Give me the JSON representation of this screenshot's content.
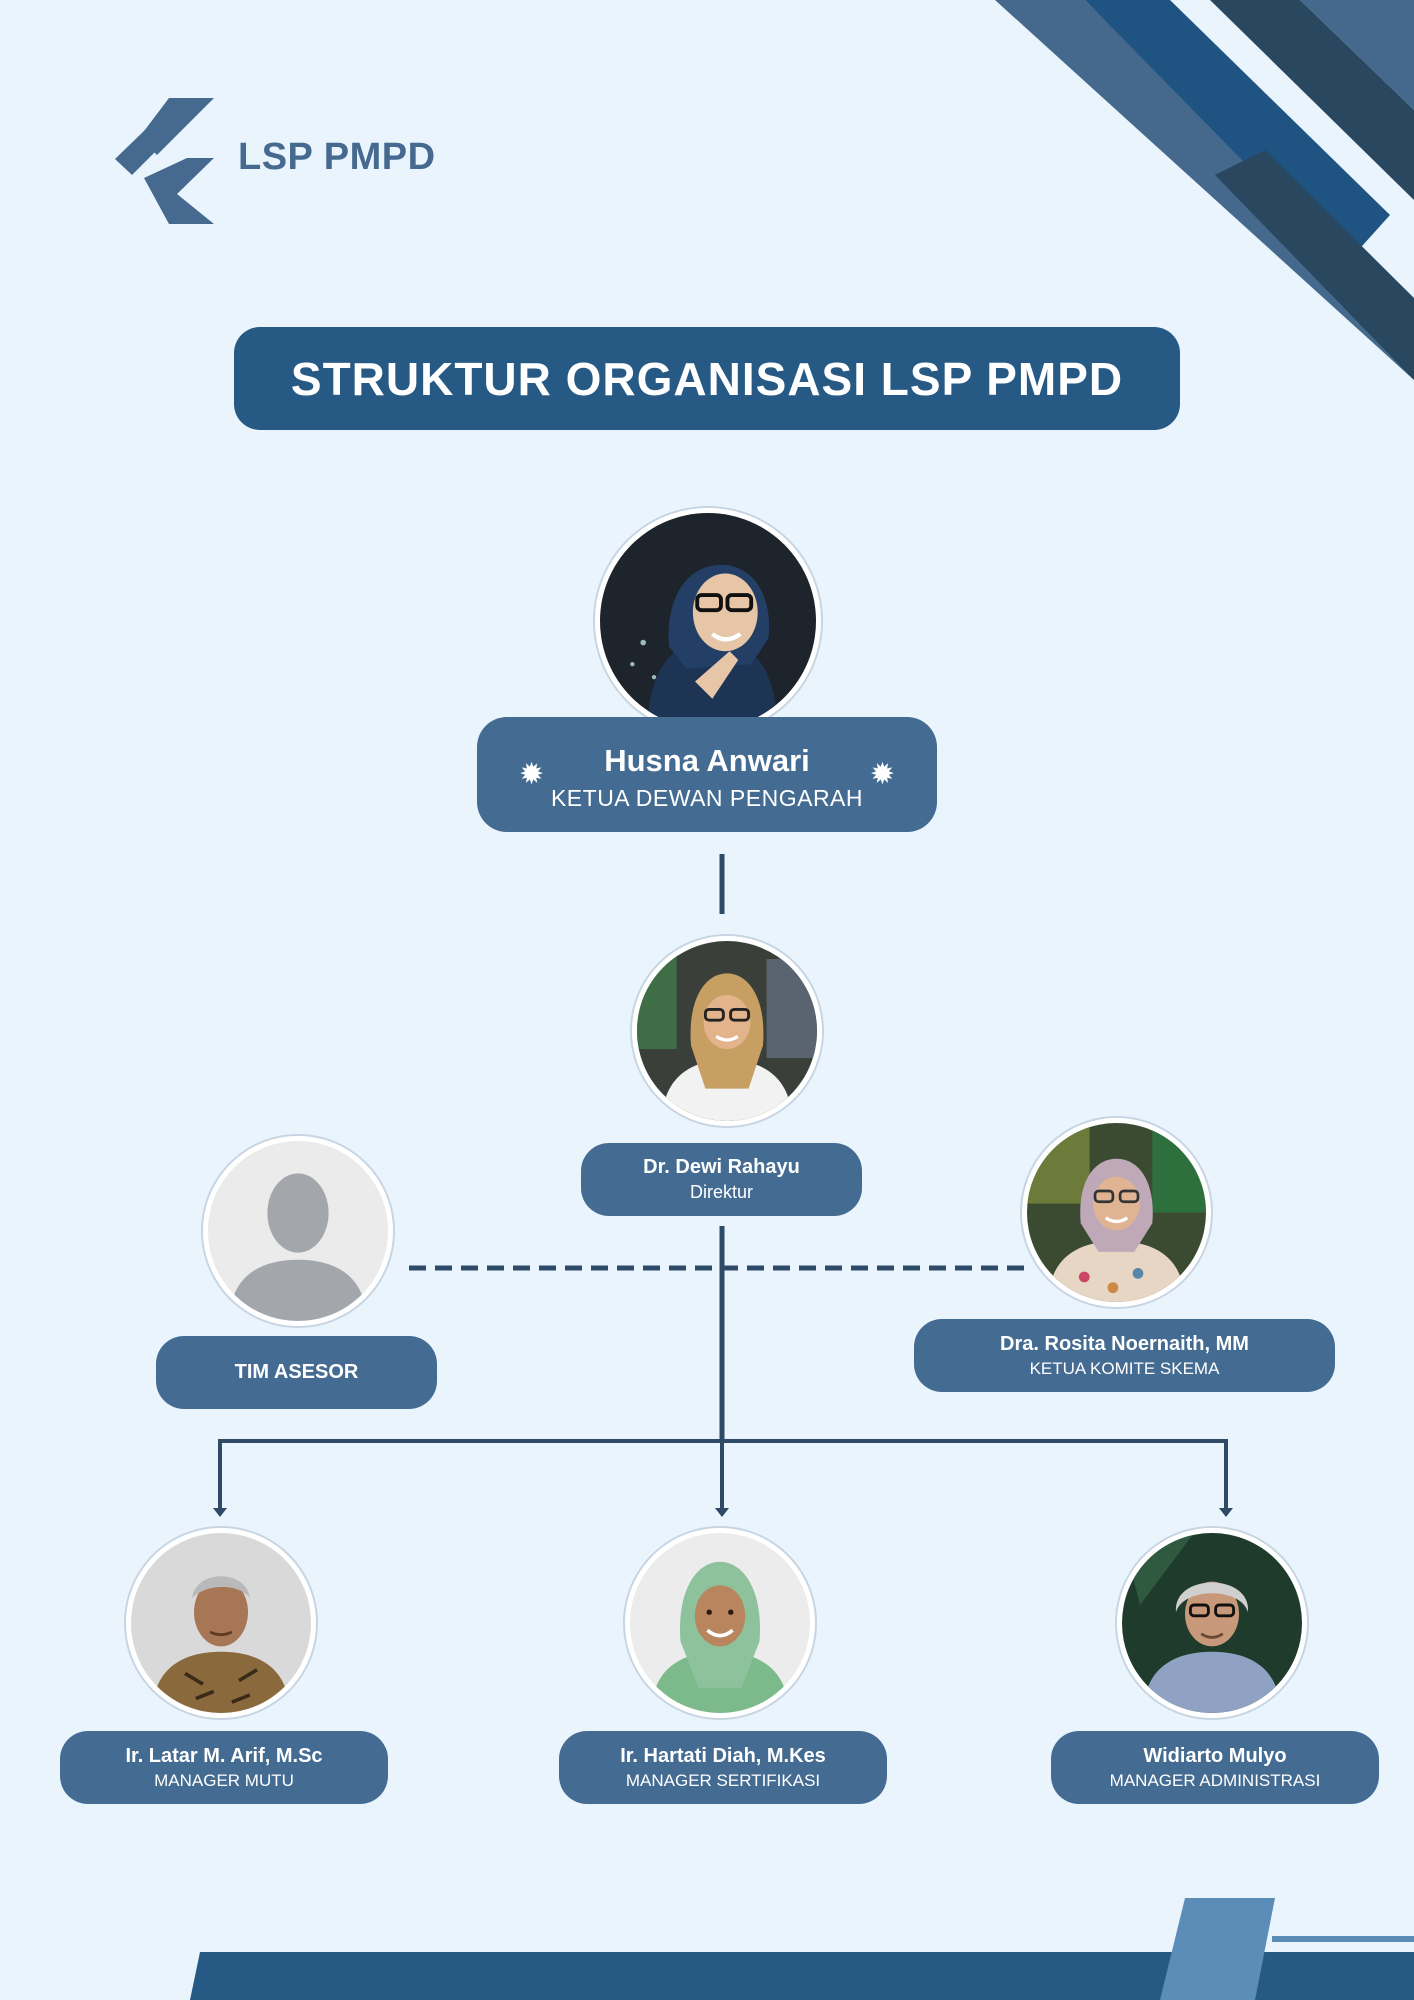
{
  "brand": {
    "name": "LSP PMPD"
  },
  "title": "STRUKTUR ORGANISASI LSP PMPD",
  "colors": {
    "background": "#eaf4fd",
    "primary": "#265a85",
    "card": "#446b91",
    "line": "#2e4a66",
    "accent": "#5b8db8"
  },
  "org": {
    "chair": {
      "name": "Husna Anwari",
      "role": "KETUA DEWAN PENGARAH",
      "icon": "badge-star-icon"
    },
    "director": {
      "name": "Dr. Dewi Rahayu",
      "role": "Direktur"
    },
    "assessors": {
      "name": "TIM ASESOR",
      "icon": "person-silhouette-icon"
    },
    "scheme_committee": {
      "name": "Dra. Rosita Noernaith, MM",
      "role": "KETUA KOMITE SKEMA"
    },
    "managers": [
      {
        "name": "Ir. Latar M. Arif, M.Sc",
        "role": "MANAGER MUTU"
      },
      {
        "name": "Ir. Hartati Diah, M.Kes",
        "role": "MANAGER SERTIFIKASI"
      },
      {
        "name": "Widiarto Mulyo",
        "role": "MANAGER ADMINISTRASI"
      }
    ]
  }
}
